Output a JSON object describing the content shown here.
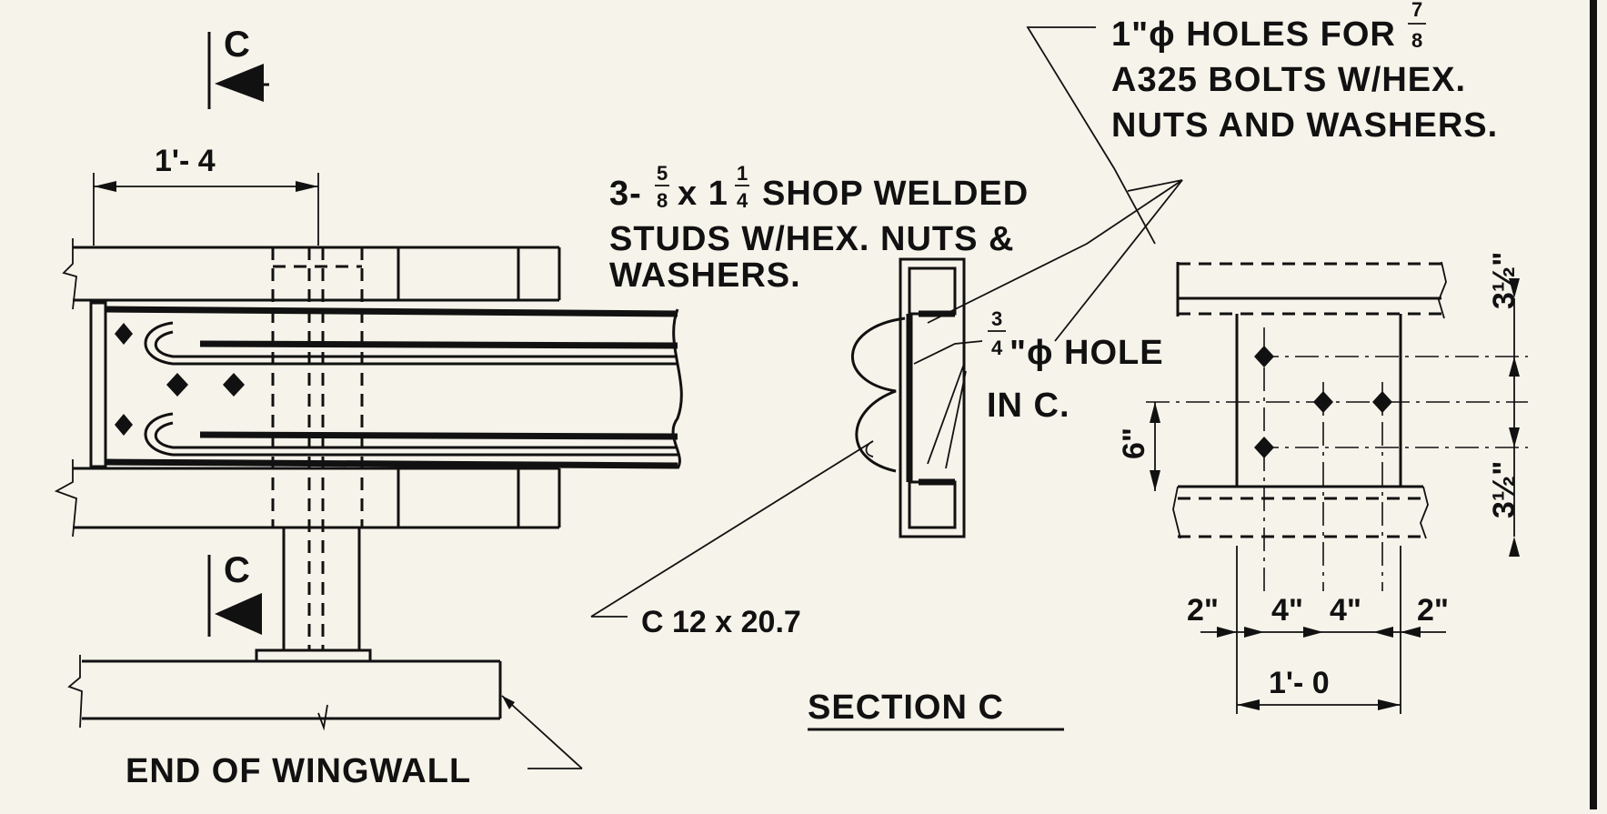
{
  "section_marks": {
    "top": "C",
    "bottom": "C"
  },
  "plan_view": {
    "dim_width": "1'- 4",
    "end_of_wingwall": "END OF WINGWALL"
  },
  "notes": {
    "holes_1": "1\"ϕ HOLES FOR",
    "holes_frac_num": "7",
    "holes_frac_den": "8",
    "holes_2": "A325  BOLTS  W/HEX.",
    "holes_3": "NUTS  AND  WASHERS.",
    "studs_prefix": "3-",
    "studs_frac1_num": "5",
    "studs_frac1_den": "8",
    "studs_mid": "x 1",
    "studs_frac2_num": "1",
    "studs_frac2_den": "4",
    "studs_1_rest": "SHOP  WELDED",
    "studs_2": "STUDS  W/HEX.  NUTS  &",
    "studs_3": "WASHERS.",
    "hole_frac_num": "3",
    "hole_frac_den": "4",
    "hole_1": "\"ϕ  HOLE",
    "hole_2": "IN  C.",
    "channel": "C 12 x 20.7"
  },
  "section_view": {
    "title": "SECTION  C",
    "dim_top": "3½\"",
    "dim_bottom": "3½\"",
    "dim_left": "6\"",
    "dim_2_left": "2\"",
    "dim_4_a": "4\"",
    "dim_4_b": "4\"",
    "dim_2_right": "2\"",
    "dim_overall": "1'- 0"
  },
  "colors": {
    "paper": "#f6f3ea",
    "ink": "#111111"
  }
}
